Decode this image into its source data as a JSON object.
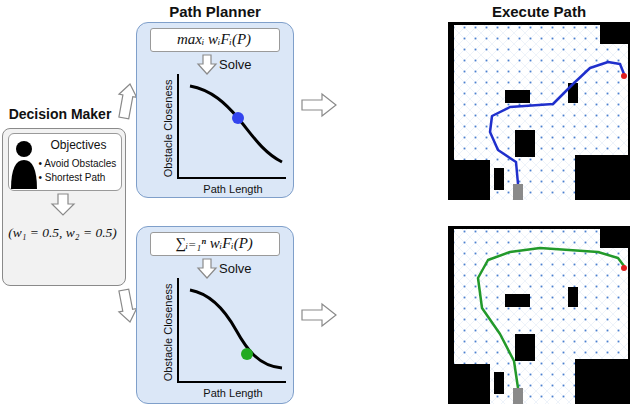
{
  "diagram": {
    "nodes": [
      {
        "text": [
          "(w₁ = 0.5, w₂ = 0.5)"
        ]
      },
      {
        "text": [
          "Objectives",
          "• Avoid Obstacles",
          "• Shortest Path"
        ],
        "in": 0
      },
      {
        "text": [
          "Solve",
          "Obstacle Closeness",
          "Path Length"
        ]
      },
      {
        "text": [
          "maxᵢ wᵢFᵢ(P)"
        ],
        "in": 2
      },
      {
        "text": [
          "Solve",
          "Obstacle Closeness",
          "Path Length"
        ]
      },
      {
        "text": [
          "∑ᵢ₌₁ⁿ wᵢFᵢ(P)"
        ],
        "in": 4
      }
    ],
    "edges": [
      {
        "from": 0,
        "to": 2,
        "arrow": "to"
      },
      {
        "from": 0,
        "to": 4,
        "arrow": "to"
      }
    ],
    "labels": [
      "Decision Maker",
      "Path Planner",
      "Execute Path"
    ]
  }
}
